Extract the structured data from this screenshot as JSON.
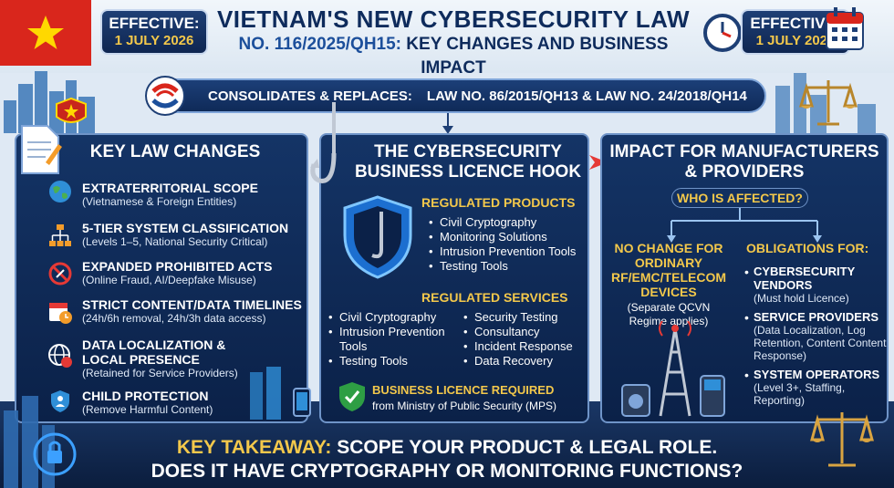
{
  "header": {
    "title_line1": "VIETNAM'S NEW CYBERSECURITY LAW",
    "title_line2_a": "NO. 116/2025/QH15:",
    "title_line2_b": " KEY CHANGES AND BUSINESS IMPACT",
    "effective_label": "EFFECTIVE:",
    "effective_date": "1 JULY 2026"
  },
  "consolidates": {
    "label": "CONSOLIDATES & REPLACES:",
    "value": "LAW NO. 86/2015/QH13  &  LAW NO. 24/2018/QH14"
  },
  "key_changes": {
    "title": "KEY LAW CHANGES",
    "items": [
      {
        "head": "EXTRATERRITORIAL SCOPE",
        "sub": "(Vietnamese & Foreign Entities)"
      },
      {
        "head": "5-TIER SYSTEM CLASSIFICATION",
        "sub": "(Levels 1–5, National Security Critical)"
      },
      {
        "head": "EXPANDED PROHIBITED ACTS",
        "sub": "(Online Fraud, AI/Deepfake Misuse)"
      },
      {
        "head": "STRICT CONTENT/DATA TIMELINES",
        "sub": "(24h/6h removal, 24h/3h data access)"
      },
      {
        "head": "DATA LOCALIZATION &",
        "head2": "LOCAL PRESENCE",
        "sub": "(Retained for Service Providers)"
      },
      {
        "head": "CHILD PROTECTION",
        "sub": "(Remove Harmful Content)"
      }
    ]
  },
  "licence_hook": {
    "title_line1": "THE CYBERSECURITY",
    "title_line2": "BUSINESS LICENCE HOOK",
    "products_title": "REGULATED PRODUCTS",
    "products": [
      "Civil Cryptography",
      "Monitoring Solutions",
      "Intrusion Prevention Tools",
      "Testing Tools"
    ],
    "services_title": "REGULATED SERVICES",
    "services_left": [
      "Civil Cryptography",
      "Intrusion Prevention Tools",
      "Testing Tools"
    ],
    "services_right": [
      "Security Testing",
      "Consultancy",
      "Incident Response",
      "Data Recovery"
    ],
    "licence_head": "BUSINESS LICENCE REQUIRED",
    "licence_sub": "from Ministry of Public Security (MPS)"
  },
  "impact": {
    "title_line1": "IMPACT FOR MANUFACTURERS",
    "title_line2": "& PROVIDERS",
    "who": "WHO IS AFFECTED?",
    "nochange_head": "NO CHANGE FOR ORDINARY RF/EMC/TELECOM DEVICES",
    "nochange_sub": "(Separate QCVN Regime applies)",
    "obligations_title": "OBLIGATIONS FOR:",
    "obligations": [
      {
        "head": "CYBERSECURITY VENDORS",
        "sub": "(Must hold Licence)"
      },
      {
        "head": "SERVICE PROVIDERS",
        "sub": "(Data Localization, Log Retention, Content Content Response)"
      },
      {
        "head": "SYSTEM OPERATORS",
        "sub": "(Level 3+, Staffing, Reporting)"
      }
    ]
  },
  "takeaway": {
    "key": "KEY TAKEAWAY:",
    "line1": " SCOPE YOUR PRODUCT & LEGAL ROLE.",
    "line2": "DOES IT HAVE CRYPTOGRAPHY OR MONITORING FUNCTIONS?"
  },
  "colors": {
    "navy": "#0e2b5c",
    "panel": "#143466",
    "accent_yellow": "#f3c84b",
    "flag_red": "#d9261c"
  },
  "icons": [
    "flag-star-icon",
    "clock-icon",
    "calendar-icon",
    "law-logo-icon",
    "globe-icon",
    "hierarchy-icon",
    "prohibited-icon",
    "calendar-clock-icon",
    "globe-lock-icon",
    "child-shield-icon",
    "hook-icon",
    "shield-lock-icon",
    "check-shield-icon",
    "tower-icon",
    "scale-icon",
    "document-icon"
  ]
}
